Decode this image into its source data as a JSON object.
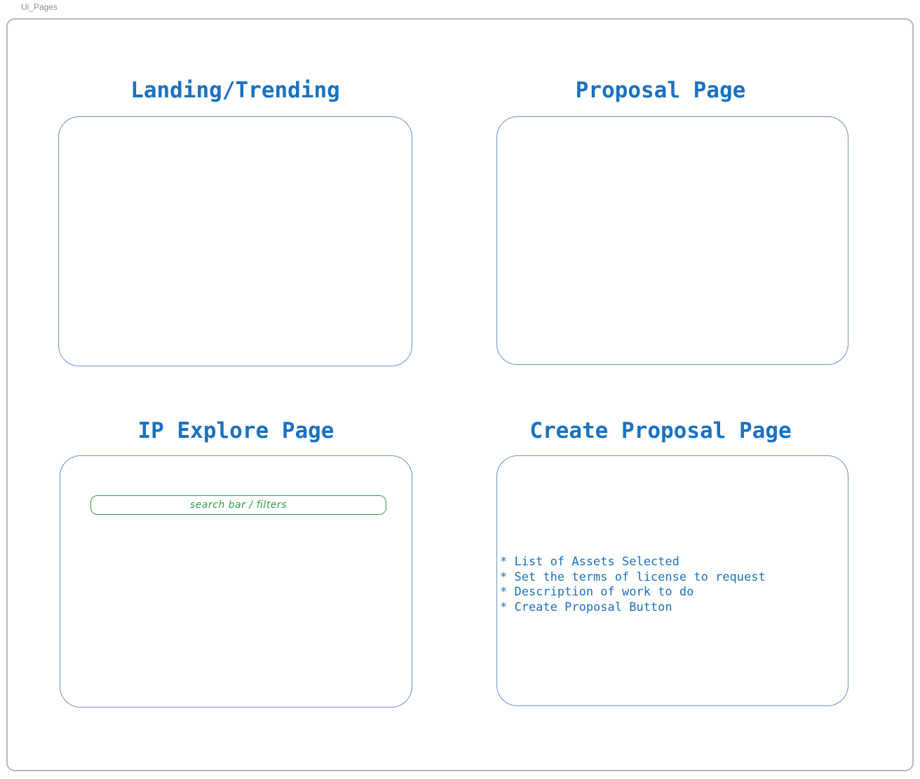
{
  "frame": {
    "label": "Ui_Pages"
  },
  "colors": {
    "accent_blue": "#1971c2",
    "box_border_blue": "#6a92c9",
    "green": "#2f9e44",
    "frame_border": "#b9b9b9",
    "frame_label": "#8c8c8c"
  },
  "panels": {
    "landing": {
      "title": "Landing/Trending"
    },
    "proposal": {
      "title": "Proposal Page"
    },
    "ip_explore": {
      "title": "IP Explore Page",
      "search_bar_label": "search bar / filters"
    },
    "create_proposal": {
      "title": "Create Proposal Page",
      "items": [
        "* List of Assets Selected",
        "* Set the terms of license to request",
        "* Description of work to do",
        "* Create Proposal Button"
      ]
    }
  }
}
